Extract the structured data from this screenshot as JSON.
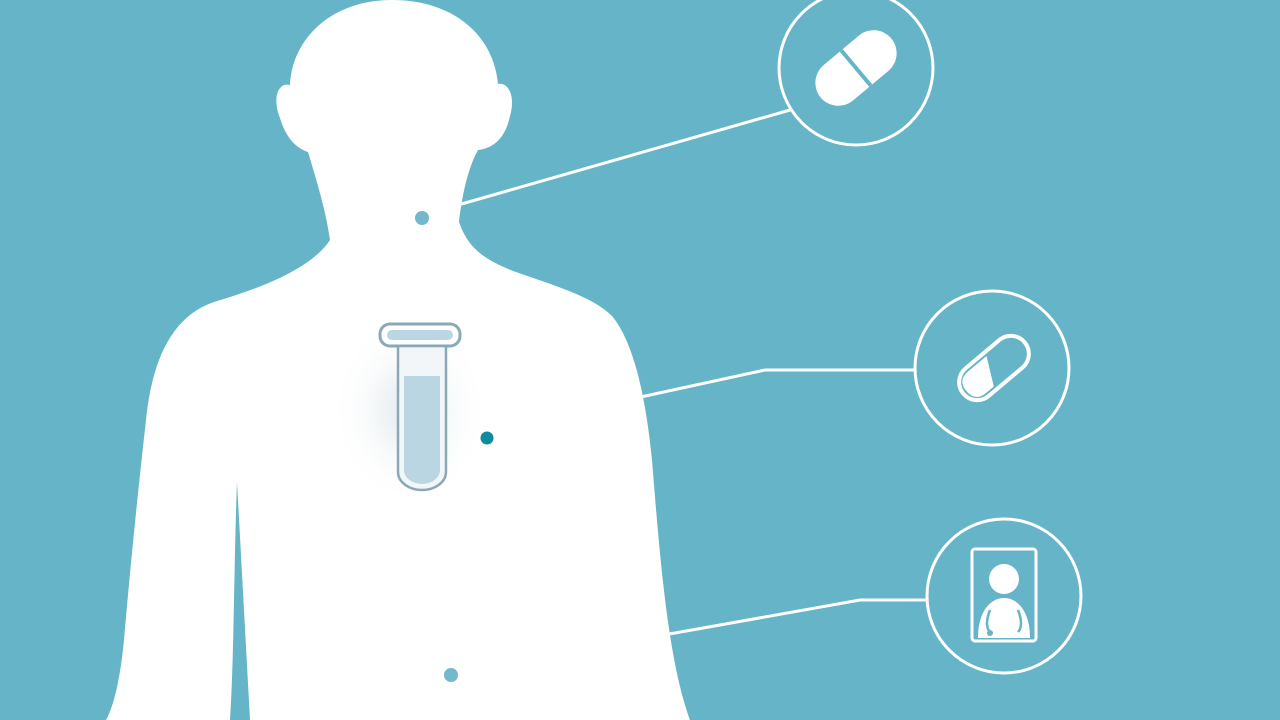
{
  "colors": {
    "background": "#66b4c8",
    "silhouette": "#ffffff",
    "line": "#ffffff",
    "dot_light": "#74b9cb",
    "dot_dark": "#0e8b9c",
    "tube_fill": "#b9d6e2",
    "tube_body": "#f2f6f8",
    "tube_outline": "#8aa9b6"
  },
  "figure": {
    "description_icon": "human-silhouette-icon",
    "markers": [
      {
        "name": "neck-marker",
        "color": "dot_light"
      },
      {
        "name": "chest-marker",
        "color": "dot_dark"
      },
      {
        "name": "abdomen-marker",
        "color": "dot_light"
      }
    ],
    "device": {
      "icon": "test-tube-icon"
    }
  },
  "callouts": [
    {
      "name": "callout-pill",
      "icon": "pill-capsule-icon"
    },
    {
      "name": "callout-bandage",
      "icon": "bandage-icon"
    },
    {
      "name": "callout-doctor",
      "icon": "doctor-portrait-icon"
    }
  ]
}
